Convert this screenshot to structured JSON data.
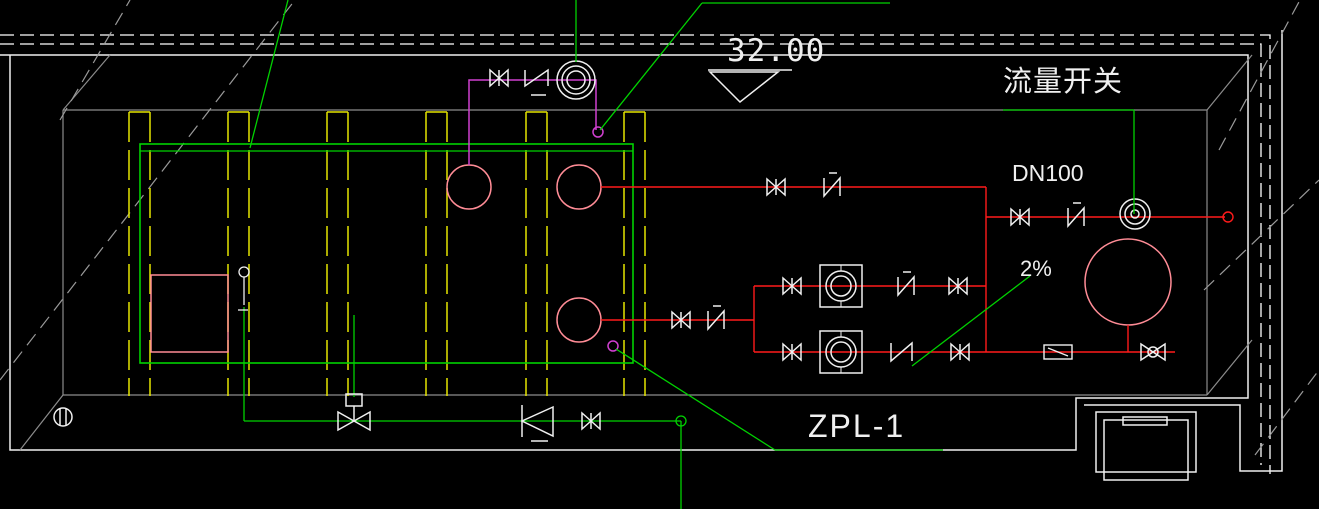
{
  "labels": {
    "elevation": "32.00",
    "flow_switch": "流量开关",
    "pipe_size": "DN100",
    "slope": "2%",
    "equipment_tag": "ZPL-1"
  },
  "colors": {
    "background": "#000000",
    "wall": "#f0f0f0",
    "dashed_wall": "#ffffff",
    "leader_line": "#00d200",
    "equipment": "#00d200",
    "hot_pipe": "#ff1a1a",
    "tank_outline": "#ff8c96",
    "magenta_pipe": "#d040d0",
    "partitions": "#e6e600",
    "perspective": "#8c8c8c",
    "valve": "#f0f0f0"
  },
  "icons": [
    "gate-valve-icon",
    "check-valve-icon",
    "pump-icon",
    "flow-switch-icon",
    "drain-circle-icon",
    "elevation-triangle-icon",
    "strainer-icon"
  ]
}
